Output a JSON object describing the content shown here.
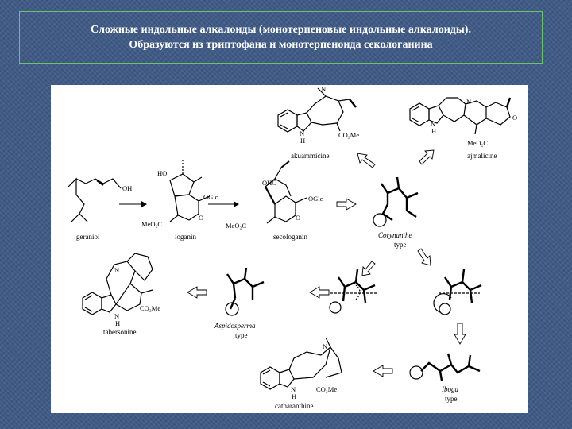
{
  "slide": {
    "title_line1": "Сложные индольные алкалоиды (монотерпеновые индольные алкалоиды).",
    "title_line2": "Образуются из триптофана и монотерпеноида секологанина"
  },
  "diagram": {
    "compounds": {
      "akuammicine": "akuammicine",
      "ajmalicine": "ajmalicine",
      "geraniol": "geraniol",
      "loganin": "loganin",
      "secologanin": "secologanin",
      "corynanthe": "Corynanthe",
      "corynanthe_type": "type",
      "aspidosperma": "Aspidosperma",
      "aspidosperma_type": "type",
      "tabersonine": "tabersonine",
      "catharanthine": "catharanthine",
      "iboga": "Iboga",
      "iboga_type": "type"
    },
    "atoms": {
      "n": "N",
      "nh_h": "H",
      "co2me": "CO₂Me",
      "meo2c": "MeO₂C",
      "oh": "OH",
      "ho": "HO",
      "ohc": "OHC",
      "oglc": "OGlc",
      "o": "O"
    }
  }
}
